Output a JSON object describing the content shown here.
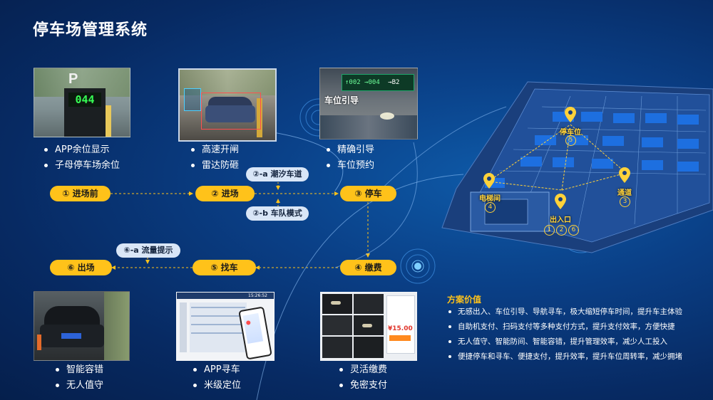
{
  "title": "停车场管理系统",
  "photos": {
    "p1": {
      "parking_sign": "P",
      "counter": "044"
    },
    "p3": {
      "sign_1": "↑002 →004",
      "sign_2": "→B2",
      "caption": "车位引导"
    },
    "p5": {
      "header_time": "15:26:52",
      "price": "¥15.00"
    }
  },
  "bullets": {
    "b1": [
      "APP余位显示",
      "子母停车场余位"
    ],
    "b2": [
      "高速开闸",
      "雷达防砸"
    ],
    "b3": [
      "精确引导",
      "车位预约"
    ],
    "b4": [
      "智能容错",
      "无人值守"
    ],
    "b5": [
      "APP寻车",
      "米级定位"
    ],
    "b6": [
      "灵活缴费",
      "免密支付"
    ]
  },
  "flow": {
    "entry_before": "① 进场前",
    "entry": "② 进场",
    "parking": "③ 停车",
    "payment": "④ 缴费",
    "find_car": "⑤ 找车",
    "exit": "⑥ 出场",
    "tide_lane": "②-a 潮汐车道",
    "fleet_mode": "②-b 车队模式",
    "flow_hint": "⑥-a 流量提示"
  },
  "map": {
    "parking_spot_label": "停车位",
    "parking_spot_num": "5",
    "elevator_label": "电梯间",
    "elevator_num": "4",
    "passage_label": "通道",
    "passage_num": "3",
    "entrance_label": "出入口",
    "entrance_nums": [
      "1",
      "2",
      "6"
    ]
  },
  "value": {
    "title": "方案价值",
    "items": [
      "无感出入、车位引导、导航寻车，极大缩短停车时间，提升车主体验",
      "自助机支付、扫码支付等多种支付方式，提升支付效率，方便快捷",
      "无人值守、智能防间、智能容错，提升管理效率，减少人工投入",
      "便捷停车和寻车、便捷支付，提升效率，提升车位周转率，减少拥堵"
    ]
  },
  "colors": {
    "accent": "#ffc21a",
    "background": "#0a3f86",
    "subpill": "#d9e6f7"
  }
}
